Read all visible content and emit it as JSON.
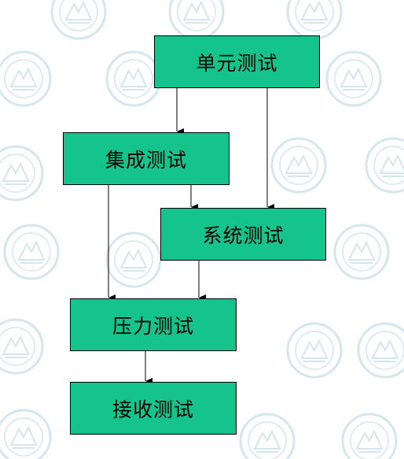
{
  "diagram": {
    "nodes": {
      "unit": "单元测试",
      "integration": "集成测试",
      "system": "系统测试",
      "stress": "压力测试",
      "acceptance": "接收测试"
    },
    "edges": [
      {
        "from": "unit",
        "to": "integration"
      },
      {
        "from": "unit",
        "to": "system"
      },
      {
        "from": "integration",
        "to": "system"
      },
      {
        "from": "integration",
        "to": "stress"
      },
      {
        "from": "system",
        "to": "stress"
      },
      {
        "from": "stress",
        "to": "acceptance"
      }
    ]
  },
  "colors": {
    "node_fill": "#14c48c",
    "border": "#000000",
    "watermark": "#d4e6ee"
  },
  "watermark_icon": "university-seal-watermark"
}
